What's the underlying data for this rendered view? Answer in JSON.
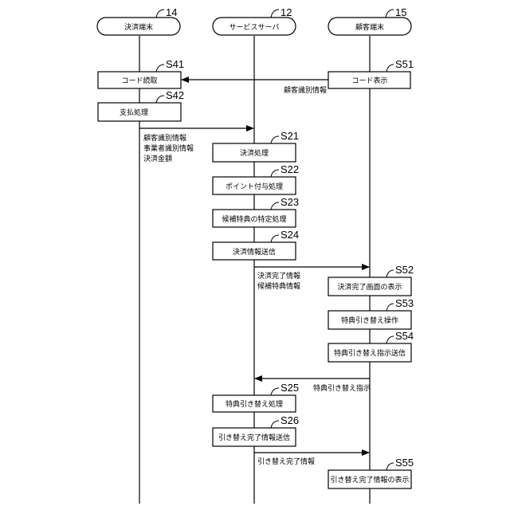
{
  "actors": [
    {
      "id": "a14",
      "ref": "14",
      "label": "決済端末"
    },
    {
      "id": "a12",
      "ref": "12",
      "label": "サービスサーバ"
    },
    {
      "id": "a15",
      "ref": "15",
      "label": "顧客端末"
    }
  ],
  "steps": [
    {
      "id": "s41",
      "ref": "S41",
      "label": "コード読取"
    },
    {
      "id": "s51",
      "ref": "S51",
      "label": "コード表示"
    },
    {
      "id": "s42",
      "ref": "S42",
      "label": "支払処理"
    },
    {
      "id": "s21",
      "ref": "S21",
      "label": "決済処理"
    },
    {
      "id": "s22",
      "ref": "S22",
      "label": "ポイント付与処理"
    },
    {
      "id": "s23",
      "ref": "S23",
      "label": "候補特典の特定処理"
    },
    {
      "id": "s24",
      "ref": "S24",
      "label": "決済情報送信"
    },
    {
      "id": "s52",
      "ref": "S52",
      "label": "決済完了画面の表示"
    },
    {
      "id": "s53",
      "ref": "S53",
      "label": "特典引き替え操作"
    },
    {
      "id": "s54",
      "ref": "S54",
      "label": "特典引き替え指示送信"
    },
    {
      "id": "s25",
      "ref": "S25",
      "label": "特典引き替え処理"
    },
    {
      "id": "s26",
      "ref": "S26",
      "label": "引き替え完了情報送信"
    },
    {
      "id": "s55",
      "ref": "S55",
      "label": "引き替え完了情報の表示"
    }
  ],
  "messages": [
    {
      "id": "m1",
      "lines": [
        "顧客識別情報"
      ]
    },
    {
      "id": "m2",
      "lines": [
        "顧客識別情報",
        "事業者識別情報",
        "決済金額"
      ]
    },
    {
      "id": "m3",
      "lines": [
        "決済完了情報",
        "候補特典情報"
      ]
    },
    {
      "id": "m4",
      "lines": [
        "特典引き替え指示"
      ]
    },
    {
      "id": "m5",
      "lines": [
        "引き替え完了情報"
      ]
    }
  ]
}
